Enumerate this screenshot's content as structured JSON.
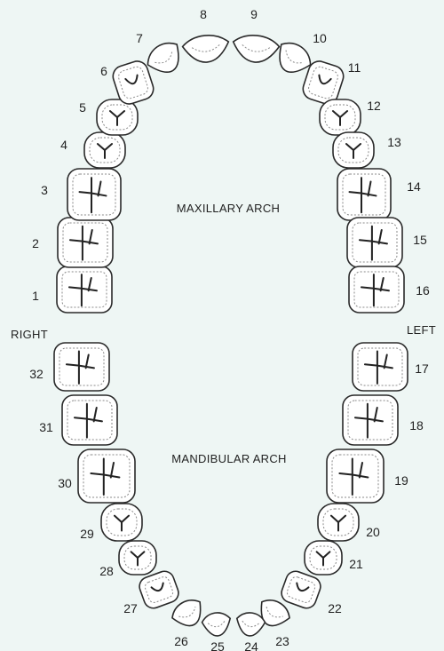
{
  "labels": {
    "maxillary": "MAXILLARY ARCH",
    "mandibular": "MANDIBULAR ARCH",
    "right": "RIGHT",
    "left": "LEFT"
  },
  "teeth": [
    "1",
    "2",
    "3",
    "4",
    "5",
    "6",
    "7",
    "8",
    "9",
    "10",
    "11",
    "12",
    "13",
    "14",
    "15",
    "16",
    "17",
    "18",
    "19",
    "20",
    "21",
    "22",
    "23",
    "24",
    "25",
    "26",
    "27",
    "28",
    "29",
    "30",
    "31",
    "32"
  ]
}
